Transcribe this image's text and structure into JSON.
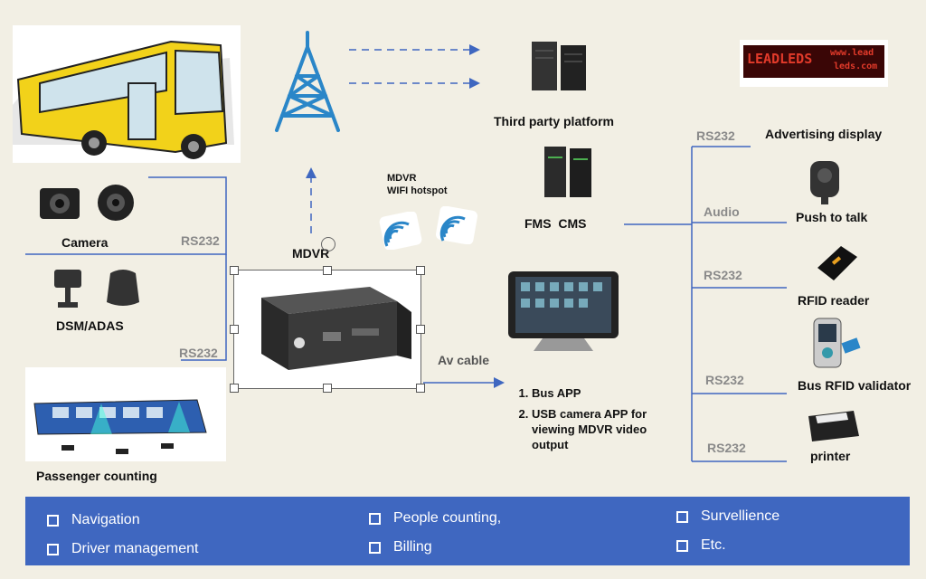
{
  "diagram": {
    "mdvr_label": "MDVR",
    "wifi_label_line1": "MDVR",
    "wifi_label_line2": "WIFI hotspot",
    "third_party": "Third party platform",
    "fms_cms": "FMS  CMS",
    "av_cable": "Av cable",
    "apps": [
      "Bus APP",
      "USB camera APP for viewing MDVR video output"
    ],
    "left": {
      "camera": "Camera",
      "dsm_adas": "DSM/ADAS",
      "passenger_counting": "Passenger counting",
      "rs232_a": "RS232",
      "rs232_b": "RS232"
    },
    "right": {
      "advertising_display": "Advertising display",
      "led_text": "LEADLEDS",
      "led_text_small1": "www.lead",
      "led_text_small2": "leds.com",
      "push_to_talk": "Push to talk",
      "rfid_reader": "RFID reader",
      "bus_rfid_validator": "Bus RFID validator",
      "printer": "printer",
      "rs232_1": "RS232",
      "audio": "Audio",
      "rs232_2": "RS232",
      "rs232_3": "RS232",
      "rs232_4": "RS232"
    }
  },
  "features": {
    "col1": [
      "Navigation",
      "Driver management"
    ],
    "col2": [
      "People counting,",
      "Billing"
    ],
    "col3": [
      "Survellience",
      "Etc."
    ]
  },
  "colors": {
    "line_blue": "#3f67c0",
    "antenna_blue": "#2a86c8",
    "bar_blue": "#3f67c0",
    "bus_yellow": "#f2d21a"
  }
}
